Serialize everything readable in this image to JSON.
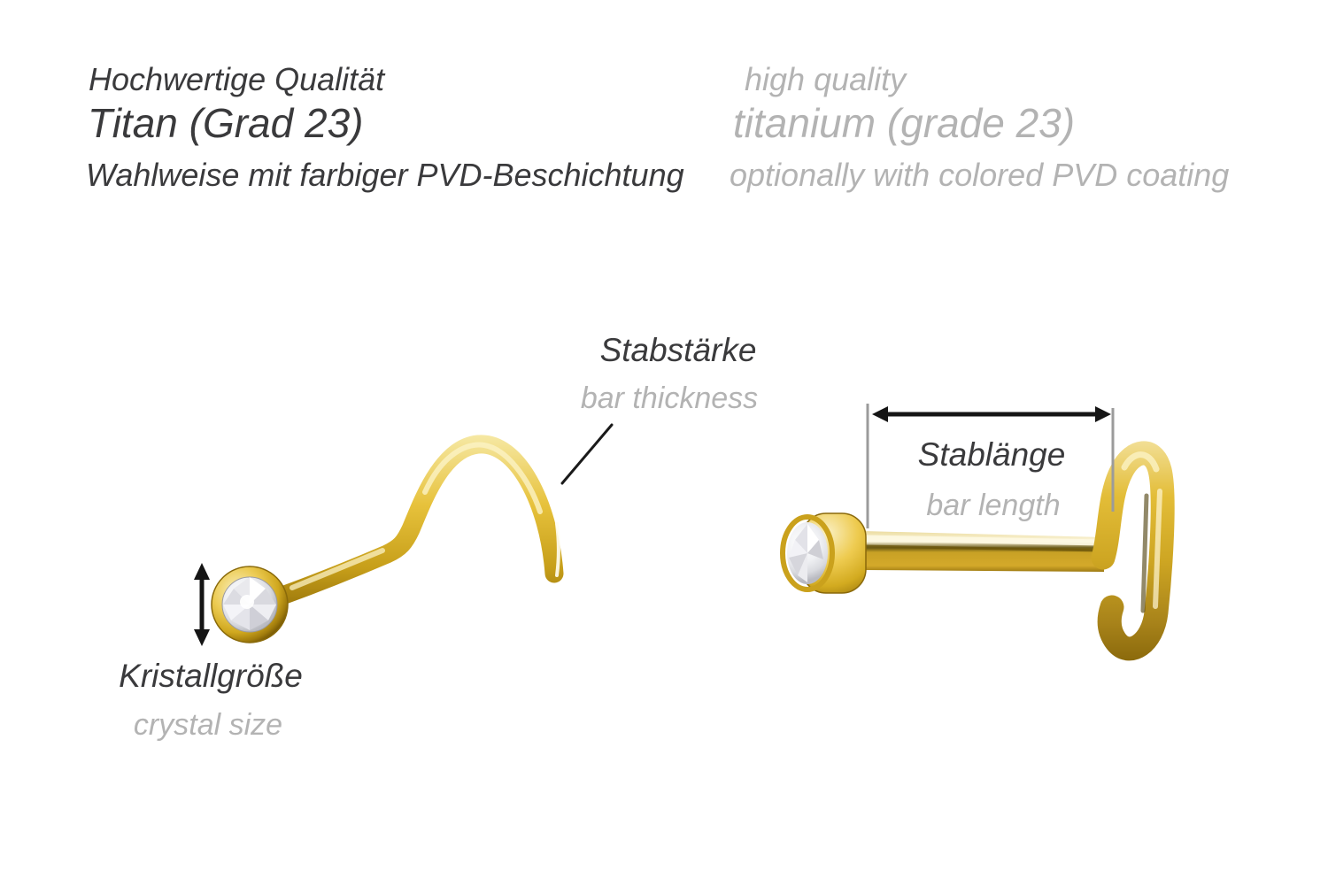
{
  "image": {
    "description": "Product diagram of a gold crystal nose screw piercing, shown in side view and front view, with German and English annotation labels"
  },
  "header": {
    "german": {
      "line1": "Hochwertige Qualität",
      "line2": "Titan (Grad 23)",
      "line3": "Wahlweise mit farbiger PVD-Beschichtung"
    },
    "english": {
      "line1": "high quality",
      "line2": "titanium (grade 23)",
      "line3": "optionally with colored PVD coating"
    }
  },
  "annotations": {
    "bar_thickness": {
      "de": "Stabstärke",
      "en": "bar thickness"
    },
    "bar_length": {
      "de": "Stablänge",
      "en": "bar length"
    },
    "crystal_size": {
      "de": "Kristallgröße",
      "en": "crystal size"
    }
  },
  "icons": {
    "left_product": "nose-screw-side-view",
    "right_product": "nose-screw-front-view",
    "crystal_size_arrow": "vertical-double-arrow",
    "bar_length_arrow": "horizontal-double-arrow",
    "bar_thickness_pointer": "diagonal-pointer-line"
  },
  "colors": {
    "background": "#ffffff",
    "text_dark": "#3a3a3c",
    "text_gray": "#b3b3b3",
    "gold_main": "#d4a92a",
    "gold_highlight": "#fdf8e0",
    "gold_dark": "#8a690b",
    "crystal": "#eff0f3",
    "arrow_black": "#151515",
    "extension_line_gray": "#9b9b9b"
  }
}
